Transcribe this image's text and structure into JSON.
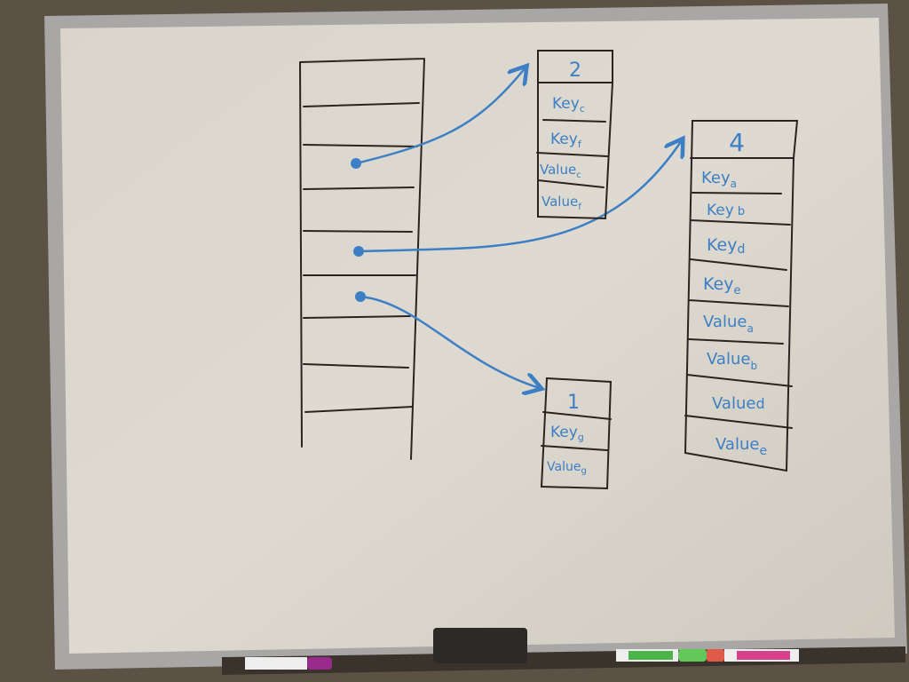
{
  "diagram": {
    "buckets": [
      {
        "count": "2",
        "entries": [
          {
            "base": "Key",
            "sub": "c"
          },
          {
            "base": "Key",
            "sub": "f"
          },
          {
            "base": "Value",
            "sub": "c"
          },
          {
            "base": "Value",
            "sub": "f"
          }
        ]
      },
      {
        "count": "4",
        "entries": [
          {
            "base": "Key",
            "sub": "a"
          },
          {
            "base": "Key",
            "sub": "b"
          },
          {
            "base": "Key",
            "sub": "d"
          },
          {
            "base": "Key",
            "sub": "e"
          },
          {
            "base": "Value",
            "sub": "a"
          },
          {
            "base": "Value",
            "sub": "b"
          },
          {
            "base": "Value",
            "sub": "d"
          },
          {
            "base": "Value",
            "sub": "e"
          }
        ]
      },
      {
        "count": "1",
        "entries": [
          {
            "base": "Key",
            "sub": "g"
          },
          {
            "base": "Value",
            "sub": "g"
          }
        ]
      }
    ],
    "colors": {
      "ink": "#2a2420",
      "marker_blue": "#3d7fc4",
      "board": "#dcd8cf"
    }
  }
}
